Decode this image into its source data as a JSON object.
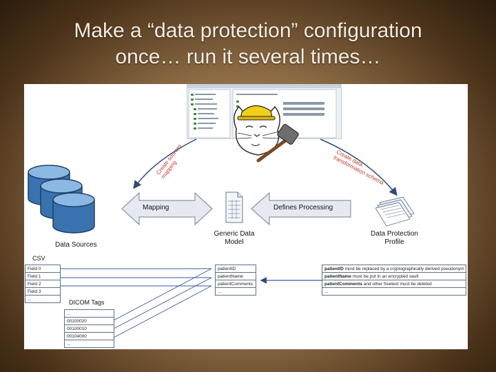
{
  "slide": {
    "title_line1": "Make a “data protection” configuration",
    "title_line2": "once… run it several times…"
  },
  "diagram": {
    "data_sources_label": "Data Sources",
    "mapping_label": "Mapping",
    "defines_processing_label": "Defines Processing",
    "generic_model_label_1": "Generic Data",
    "generic_model_label_2": "Model",
    "profile_label_1": "Data Protection",
    "profile_label_2": "Profile",
    "create_mapping_1": "Create sources",
    "create_mapping_2": "mapping",
    "create_profile_1": "Create data",
    "create_profile_2": "transformation schema"
  },
  "csv": {
    "header": "CSV",
    "rows": [
      "Field 0",
      "Field 1",
      "Field 2",
      "Field 3",
      "..."
    ]
  },
  "dicom": {
    "header": "DICOM Tags",
    "rows": [
      "...",
      "00100020",
      "00100010",
      "00104000",
      "..."
    ]
  },
  "model_fields": [
    "patientID",
    "patientName",
    "patientComments",
    "..."
  ],
  "rules": [
    {
      "field": "patientID",
      "text": "must be replaced by a cryptographically derived pseudonym"
    },
    {
      "field": "patientName",
      "text": "must be put in an encrypted vault"
    },
    {
      "field": "patientComments",
      "text": "and other freetext must be deleted"
    },
    {
      "field": "",
      "text": "..."
    }
  ]
}
